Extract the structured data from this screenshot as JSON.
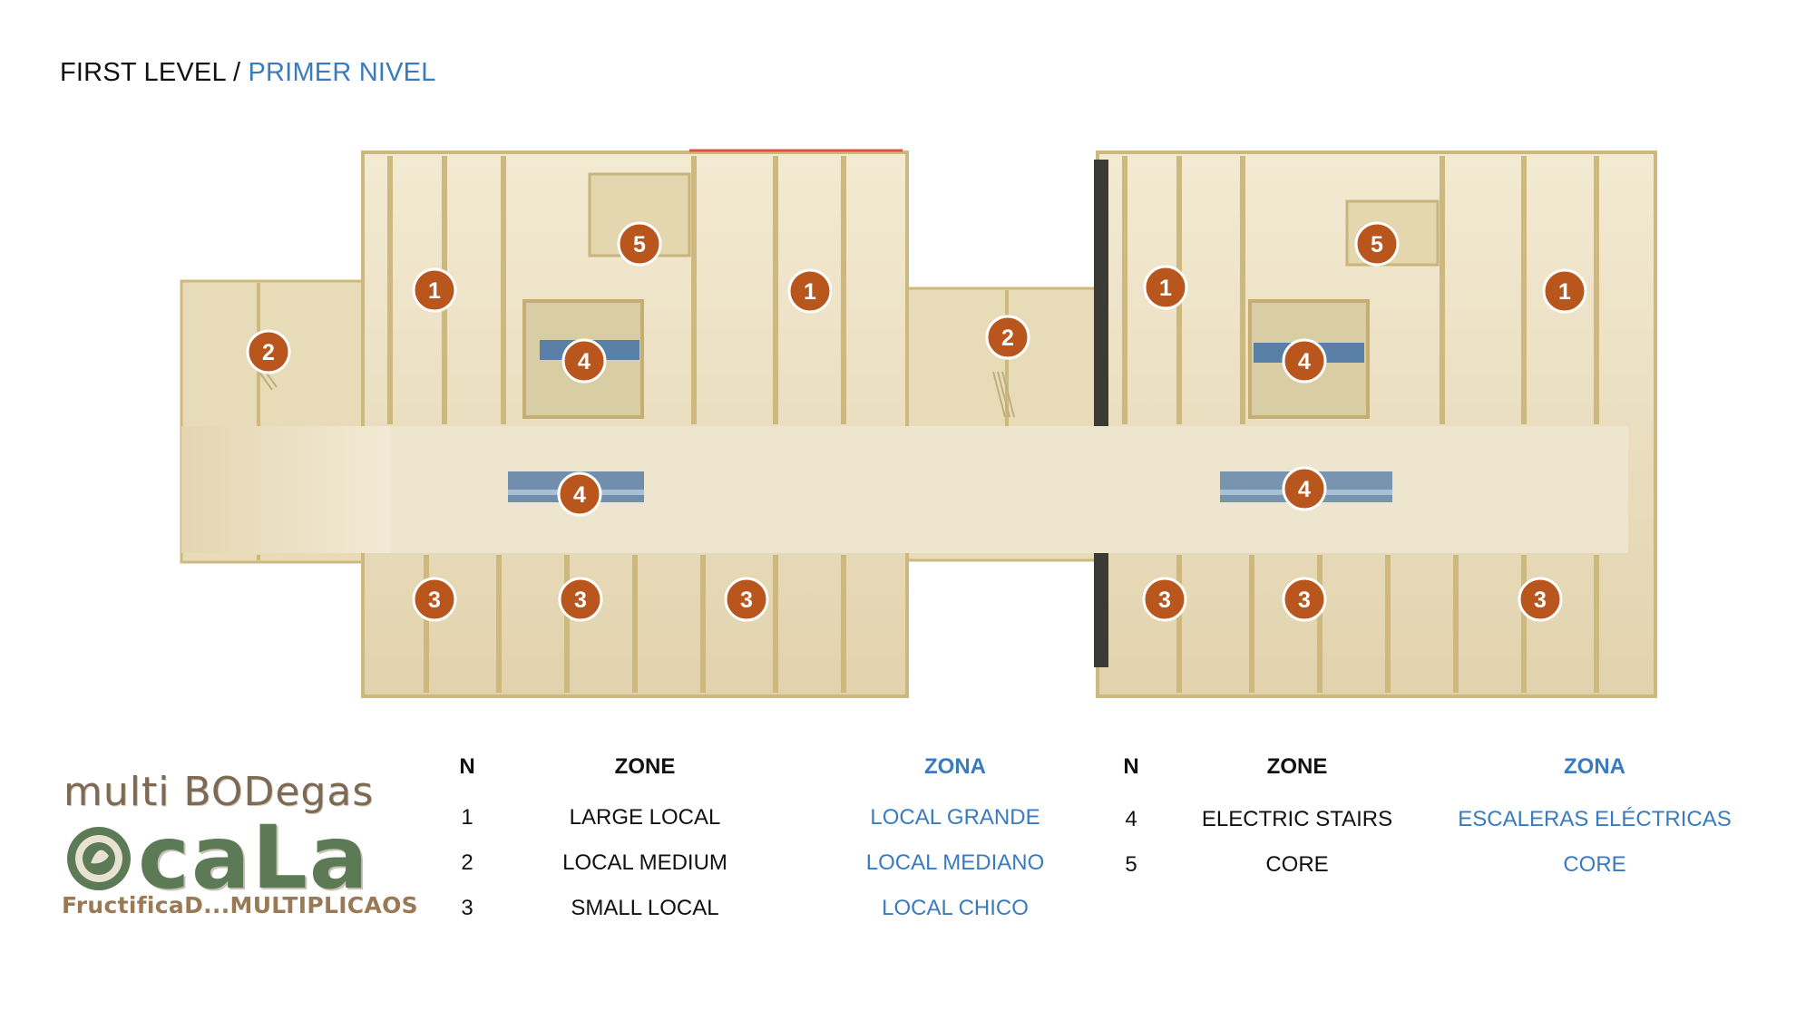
{
  "header": {
    "title_en": "FIRST LEVEL",
    "separator": " / ",
    "title_es": "PRIMER NIVEL"
  },
  "colors": {
    "accent_blue": "#3a7bbf",
    "marker": "#b9561e",
    "floor": "#eadfc2",
    "wall": "#d6c58e"
  },
  "markers": [
    "1",
    "1",
    "1",
    "1",
    "2",
    "2",
    "3",
    "3",
    "3",
    "3",
    "3",
    "3",
    "4",
    "4",
    "4",
    "4",
    "5",
    "5"
  ],
  "logo": {
    "line1": "multi BODegas",
    "line2": "caLa",
    "line3": "FructificaD...MULTIPLICAOS"
  },
  "legend_left": {
    "headers": {
      "n": "N",
      "zone": "ZONE",
      "zona": "ZONA"
    },
    "rows": [
      {
        "n": "1",
        "zone": "LARGE LOCAL",
        "zona": "LOCAL GRANDE"
      },
      {
        "n": "2",
        "zone": "LOCAL MEDIUM",
        "zona": "LOCAL MEDIANO"
      },
      {
        "n": "3",
        "zone": "SMALL LOCAL",
        "zona": "LOCAL CHICO"
      }
    ]
  },
  "legend_right": {
    "headers": {
      "n": "N",
      "zone": "ZONE",
      "zona": "ZONA"
    },
    "rows": [
      {
        "n": "4",
        "zone": "ELECTRIC STAIRS",
        "zona": "ESCALERAS ELÉCTRICAS"
      },
      {
        "n": "5",
        "zone": "CORE",
        "zona": "CORE"
      }
    ]
  }
}
